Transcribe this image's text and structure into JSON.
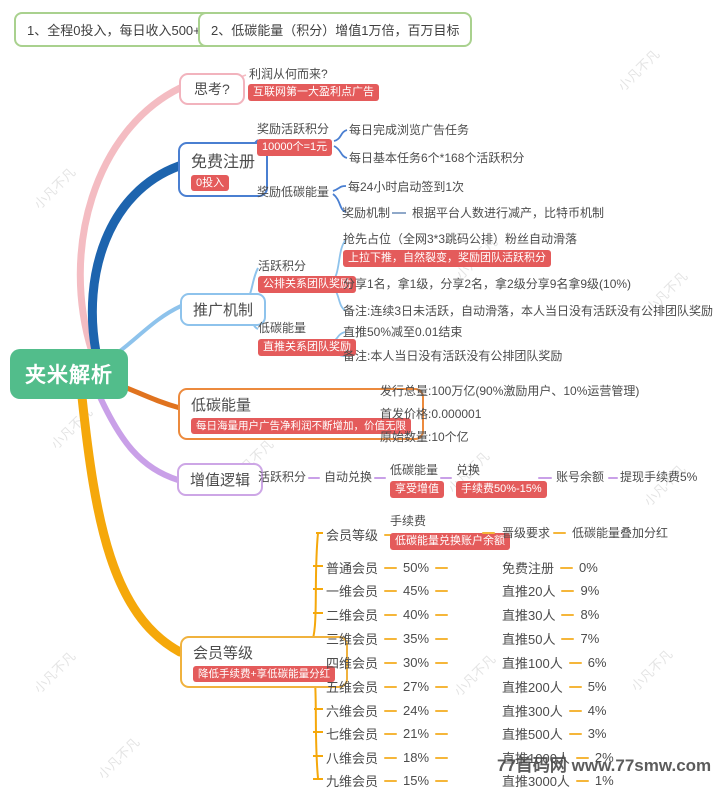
{
  "banners": [
    "1、全程0投入，每日收入500+",
    "2、低碳能量（积分）增值1万倍，百万目标"
  ],
  "root_title": "夹米解析",
  "think": {
    "title": "思考?",
    "question": "利润从何而来?",
    "badge": "互联网第一大盈利点广告"
  },
  "register": {
    "title": "免费注册",
    "badge": "0投入",
    "points_label": "奖励活跃积分",
    "points_badge": "10000个=1元",
    "points_child1": "每日完成浏览广告任务",
    "points_child2": "每日基本任务6个*168个活跃积分",
    "energy_label": "奖励低碳能量",
    "energy_child1": "每24小时启动签到1次",
    "mechanism_label": "奖励机制",
    "mechanism_desc": "根据平台人数进行减产，比特币机制"
  },
  "promotion": {
    "title": "推广机制",
    "points_label": "活跃积分",
    "points_badge": "公排关系团队奖励",
    "p1": "抢先占位（全网3*3跳码公排）粉丝自动滑落",
    "p1_badge": "上拉下推，自然裂变，奖励团队活跃积分",
    "p2": "分享1名，拿1级，分享2名，拿2级分享9名拿9级(10%)",
    "p3": "备注:连续3日未活跃，自动滑落，本人当日没有活跃没有公排团队奖励",
    "energy_label": "低碳能量",
    "energy_badge": "直推关系团队奖励",
    "e1": "直推50%减至0.01结束",
    "e2": "备注:本人当日没有活跃没有公排团队奖励"
  },
  "energy": {
    "title": "低碳能量",
    "badge": "每日海量用户广告净利润不断增加，价值无限",
    "c1": "发行总量:100万亿(90%激励用户、10%运营管理)",
    "c2": "首发价格:0.000001",
    "c3": "原始数量:10个亿"
  },
  "value_logic": {
    "title": "增值逻辑",
    "steps": [
      "活跃积分",
      "自动兑换",
      "低碳能量",
      "兑换",
      "账号余额",
      "提现手续费5%"
    ],
    "energy_badge": "享受增值",
    "exchange_badge": "手续费50%-15%"
  },
  "membership": {
    "title": "会员等级",
    "badge": "降低手续费+享低碳能量分红",
    "header": {
      "col1": "会员等级",
      "col2": "手续费",
      "col2_badge": "低碳能量兑换账户余额",
      "col3": "晋级要求",
      "col4": "低碳能量叠加分红"
    },
    "rows": [
      {
        "name": "普通会员",
        "fee": "50%",
        "req": "免费注册",
        "bonus": "0%"
      },
      {
        "name": "一维会员",
        "fee": "45%",
        "req": "直推20人",
        "bonus": "9%"
      },
      {
        "name": "二维会员",
        "fee": "40%",
        "req": "直推30人",
        "bonus": "8%"
      },
      {
        "name": "三维会员",
        "fee": "35%",
        "req": "直推50人",
        "bonus": "7%"
      },
      {
        "name": "四维会员",
        "fee": "30%",
        "req": "直推100人",
        "bonus": "6%"
      },
      {
        "name": "五维会员",
        "fee": "27%",
        "req": "直推200人",
        "bonus": "5%"
      },
      {
        "name": "六维会员",
        "fee": "24%",
        "req": "直推300人",
        "bonus": "4%"
      },
      {
        "name": "七维会员",
        "fee": "21%",
        "req": "直推500人",
        "bonus": "3%"
      },
      {
        "name": "八维会员",
        "fee": "18%",
        "req": "直推1000人",
        "bonus": "2%"
      },
      {
        "name": "九维会员",
        "fee": "15%",
        "req": "直推3000人",
        "bonus": "1%"
      }
    ]
  },
  "watermarks": {
    "diagonal": "小凡不凡",
    "site": "77首码网 www.77smw.com"
  },
  "colors": {
    "badge_red": "#e45b5b",
    "root_green": "#52bd8b",
    "banner_green": "#a9d18e",
    "branch_pink": "#f4bcc2",
    "branch_blue": "#1d64ae",
    "node_blue": "#4a7fd1",
    "branch_lightblue": "#8ec3ec",
    "branch_orange": "#e0731f",
    "branch_purple": "#c9a0e8",
    "branch_amber": "#f5a80b"
  }
}
